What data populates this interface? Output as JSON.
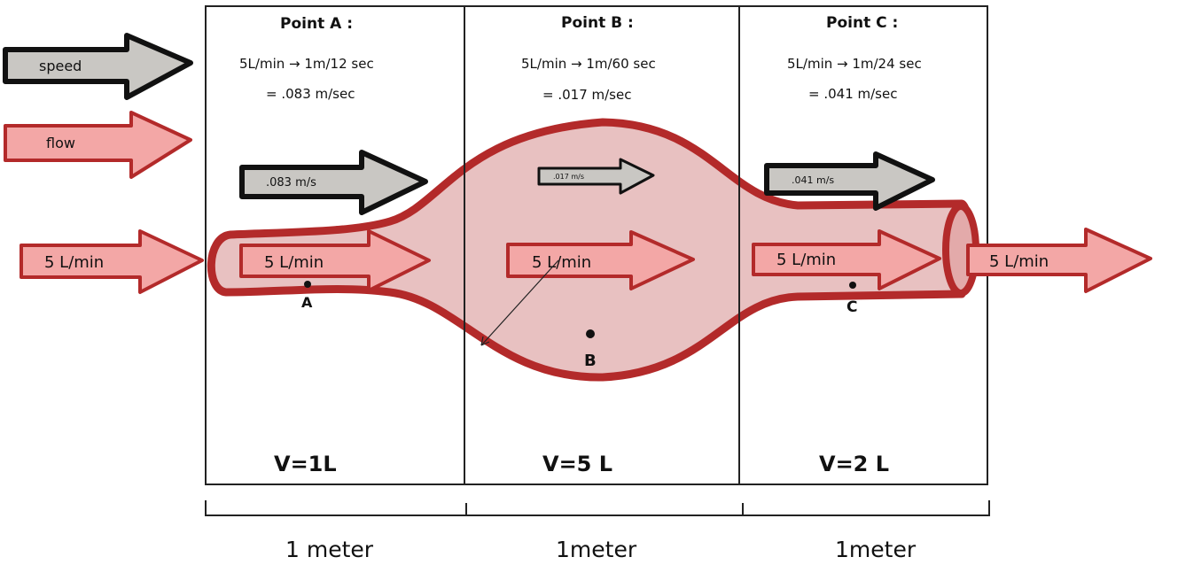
{
  "legend": {
    "speed_label": "speed",
    "flow_label": "flow",
    "speed_color": "#c9c7c3",
    "flow_color": "#f3a7a6"
  },
  "inflow": {
    "label": "5 L/min"
  },
  "outflow": {
    "label": "5 L/min"
  },
  "points": [
    {
      "heading": "Point A :",
      "rate_line": "5L/min → 1m/12 sec",
      "speed_line": "= .083 m/sec",
      "speed_arrow": ".083 m/s",
      "flow_arrow": "5 L/min",
      "marker": "A",
      "volume": "V=1L",
      "length": "1 meter"
    },
    {
      "heading": "Point B :",
      "rate_line": "5L/min → 1m/60 sec",
      "speed_line": "= .017 m/sec",
      "speed_arrow": ".017 m/s",
      "flow_arrow": "5 L/min",
      "marker": "B",
      "volume": "V=5 L",
      "length": "1meter"
    },
    {
      "heading": "Point C :",
      "rate_line": "5L/min → 1m/24 sec",
      "speed_line": "= .041 m/sec",
      "speed_arrow": ".041 m/s",
      "flow_arrow": "5 L/min",
      "marker": "C",
      "volume": "V=2 L",
      "length": "1meter"
    }
  ],
  "colors": {
    "vessel_fill": "#e8c1c1",
    "vessel_outline": "#b32a2a",
    "flow_arrow_fill": "#f3a7a6",
    "flow_arrow_outline": "#b32a2a",
    "speed_arrow_fill": "#c9c7c3",
    "speed_arrow_outline": "#111111"
  }
}
